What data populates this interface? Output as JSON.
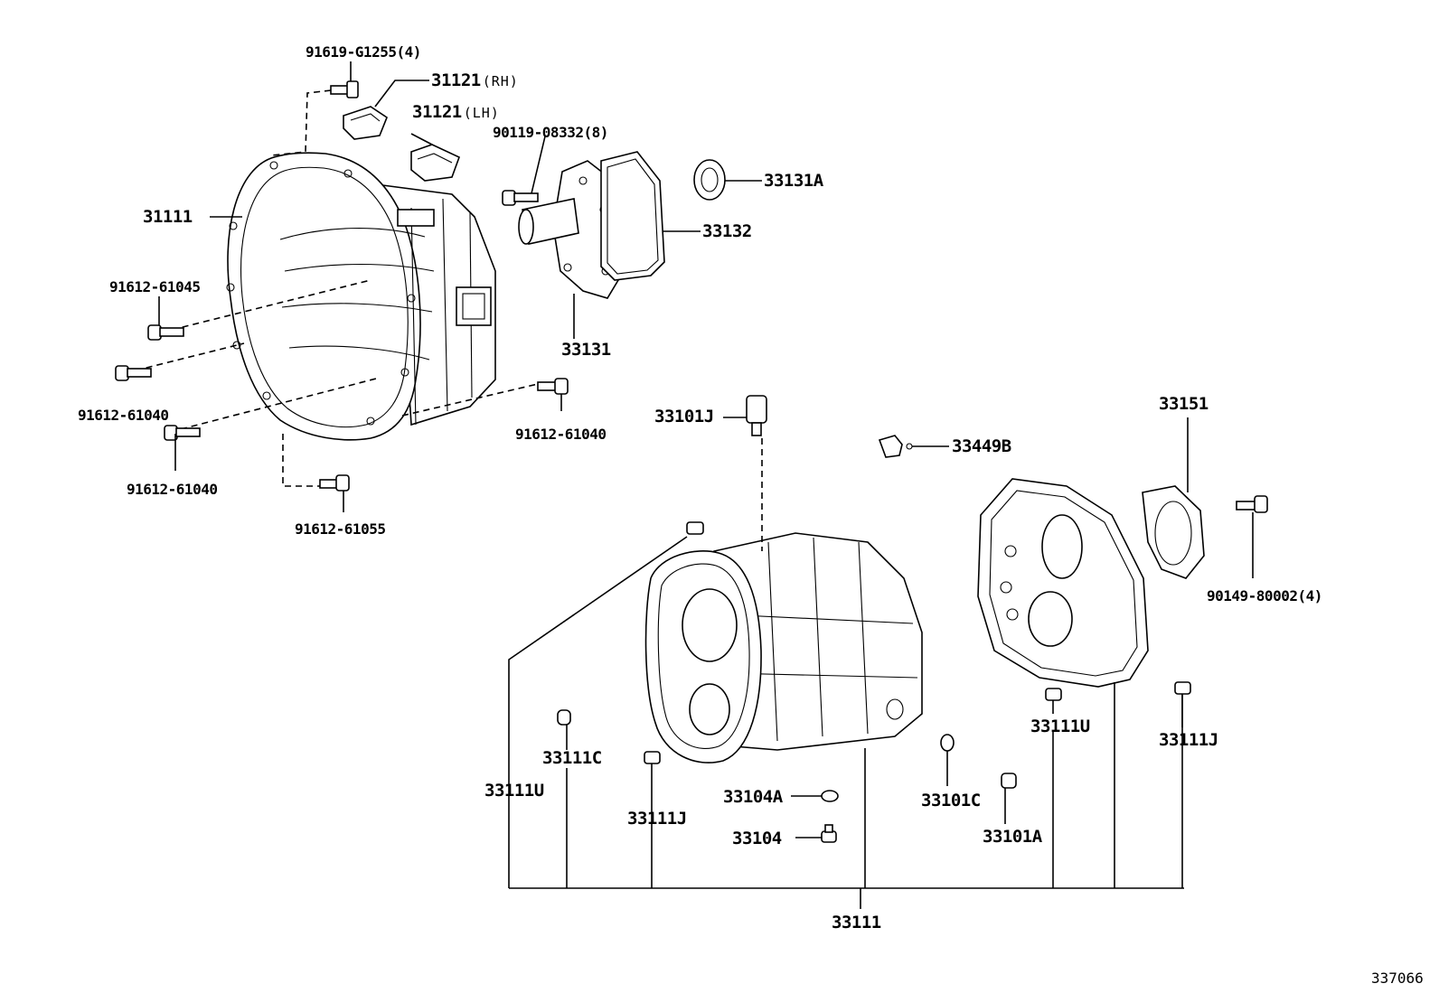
{
  "diagram_id": "337066",
  "labels": {
    "bolt_clutch_top": "91619-G1255(4)",
    "cover_rh": "31121",
    "cover_rh_sfx": "(RH)",
    "cover_lh": "31121",
    "cover_lh_sfx": "(LH)",
    "bolt_retainer": "90119-08332(8)",
    "oil_seal": "33131A",
    "gasket": "33132",
    "clutch_housing": "31111",
    "bolt_61045": "91612-61045",
    "bolt_61040_a": "91612-61040",
    "bolt_61040_b": "91612-61040",
    "bolt_61040_c": "91612-61040",
    "bolt_61055": "91612-61055",
    "bearing_retainer": "33131",
    "plug_33101J": "33101J",
    "clip_33449B": "33449B",
    "ext_gasket": "33151",
    "bolt_80002": "90149-80002(4)",
    "pin_33111U_right": "33111U",
    "pin_33111J_right": "33111J",
    "pin_33111C": "33111C",
    "pin_33111U_left": "33111U",
    "pin_33111J_left": "33111J",
    "plug_33104A": "33104A",
    "plug_33104": "33104",
    "plug_33101C": "33101C",
    "plug_33101A": "33101A",
    "case_assy": "33111"
  }
}
